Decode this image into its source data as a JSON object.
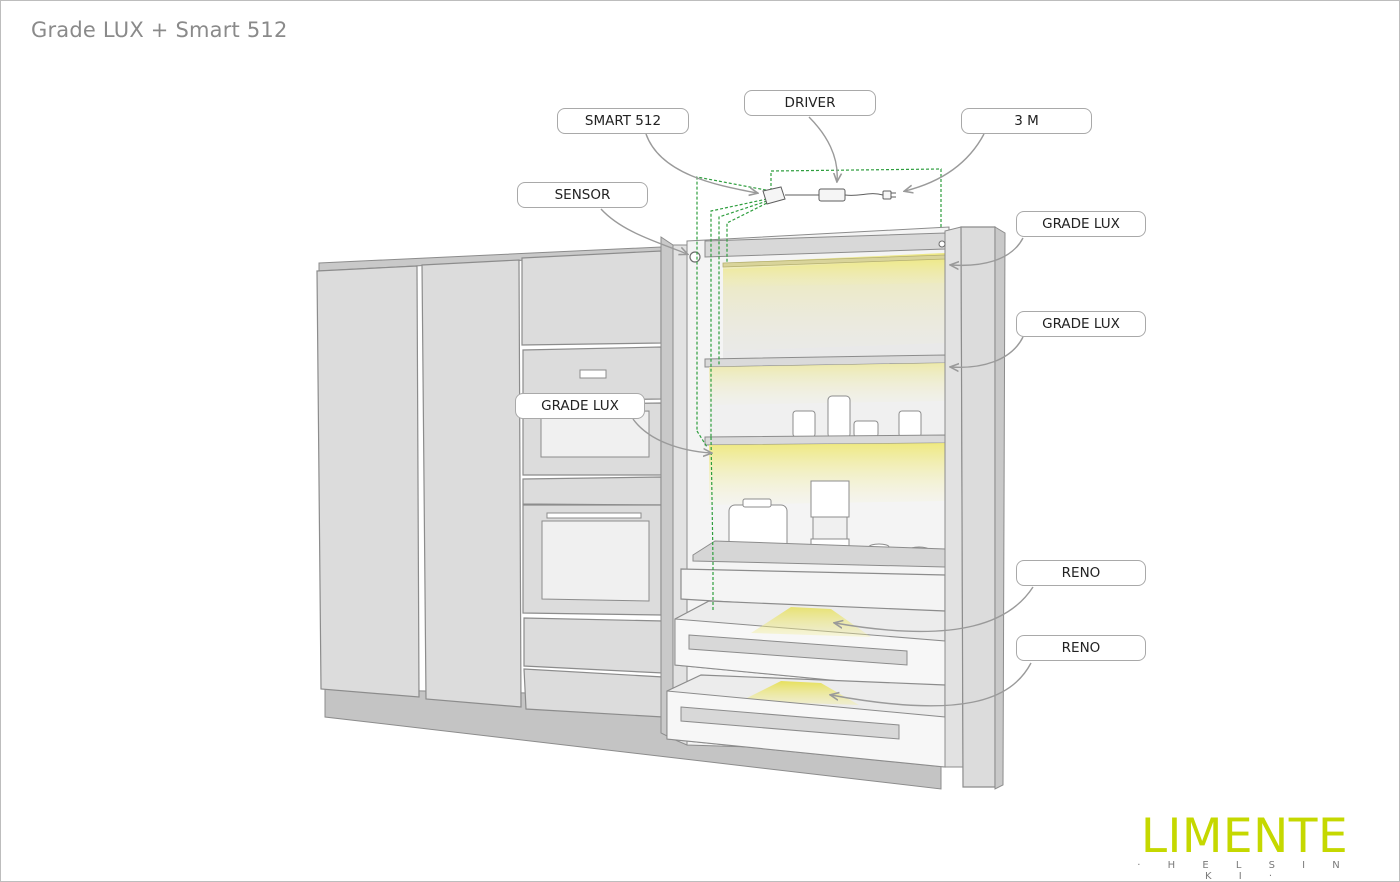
{
  "title": "Grade LUX + Smart 512",
  "callouts": {
    "smart512": "SMART 512",
    "driver": "DRIVER",
    "three_m": "3 M",
    "sensor": "SENSOR",
    "grade_lux_top": "GRADE LUX",
    "grade_lux_mid": "GRADE LUX",
    "grade_lux_left": "GRADE LUX",
    "reno_upper": "RENO",
    "reno_lower": "RENO"
  },
  "logo": {
    "brand": "LIMENTE",
    "tagline": "· H E L S I N K I ·"
  },
  "colors": {
    "brand_accent": "#c5d800",
    "light_glow": "#f2ee8a",
    "wire": "#2e9e3e",
    "cabinet": "#dcdcdc",
    "outline": "#8c8c8c"
  }
}
